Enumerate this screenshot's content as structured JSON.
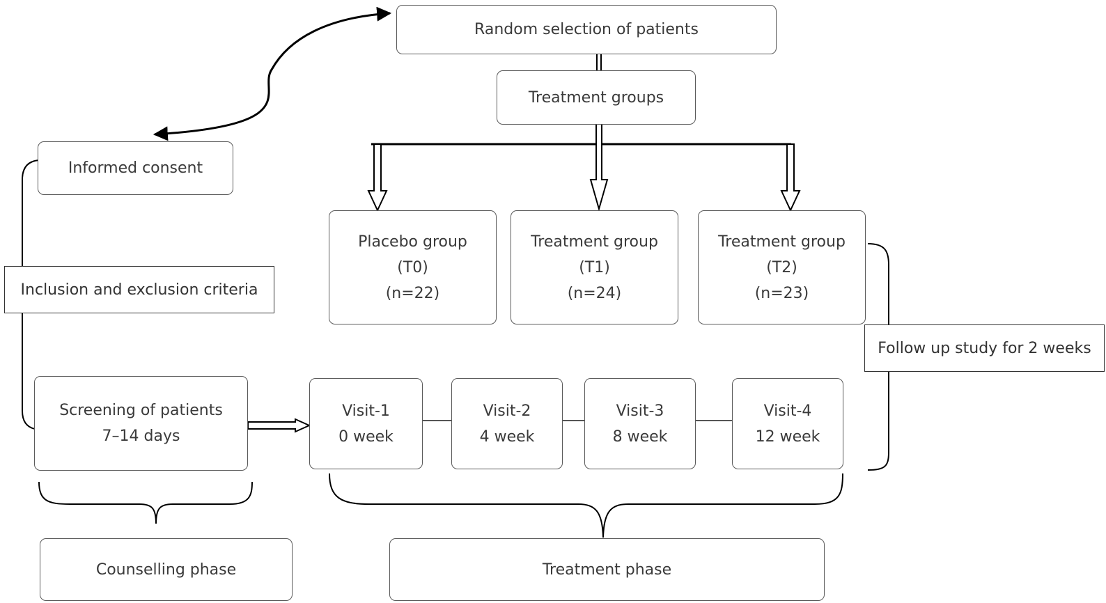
{
  "nodes": {
    "random_selection": "Random selection of patients",
    "treatment_groups": "Treatment groups",
    "informed_consent": "Informed consent",
    "criteria": "Inclusion and exclusion criteria",
    "placebo": {
      "title": "Placebo group",
      "code": "(T0)",
      "n": "(n=22)"
    },
    "t1": {
      "title": "Treatment group",
      "code": "(T1)",
      "n": "(n=24)"
    },
    "t2": {
      "title": "Treatment group",
      "code": "(T2)",
      "n": "(n=23)"
    },
    "follow_up": "Follow up study for 2 weeks",
    "screening": {
      "line1": "Screening of patients",
      "line2": "7–14 days"
    },
    "visits": [
      {
        "label": "Visit-1",
        "when": "0 week"
      },
      {
        "label": "Visit-2",
        "when": "4 week"
      },
      {
        "label": "Visit-3",
        "when": "8 week"
      },
      {
        "label": "Visit-4",
        "when": "12 week"
      }
    ],
    "counselling_phase": "Counselling phase",
    "treatment_phase": "Treatment phase"
  },
  "edges": [
    {
      "from": "informed_consent",
      "to": "random_selection",
      "type": "double-arrow"
    },
    {
      "from": "random_selection",
      "to": "treatment_groups",
      "type": "double-line"
    },
    {
      "from": "treatment_groups",
      "to": "placebo",
      "type": "hollow-arrow"
    },
    {
      "from": "treatment_groups",
      "to": "t1",
      "type": "hollow-arrow"
    },
    {
      "from": "treatment_groups",
      "to": "t2",
      "type": "hollow-arrow"
    },
    {
      "from": "informed_consent",
      "to": "screening",
      "type": "bracket-line",
      "label": "criteria"
    },
    {
      "from": "screening",
      "to": "visit-1",
      "type": "hollow-arrow"
    },
    {
      "from": "visit-1",
      "to": "visit-2",
      "type": "line"
    },
    {
      "from": "visit-2",
      "to": "visit-3",
      "type": "line"
    },
    {
      "from": "visit-3",
      "to": "visit-4",
      "type": "line"
    },
    {
      "from": "screening",
      "to": "counselling_phase",
      "type": "brace"
    },
    {
      "from": "visits",
      "to": "treatment_phase",
      "type": "brace"
    },
    {
      "from": "t2",
      "to": "visit-4",
      "type": "bracket",
      "label": "follow_up"
    }
  ],
  "colors": {
    "line": "#000000",
    "box_border": "#5a5a5a",
    "text": "#3a3a3a"
  }
}
